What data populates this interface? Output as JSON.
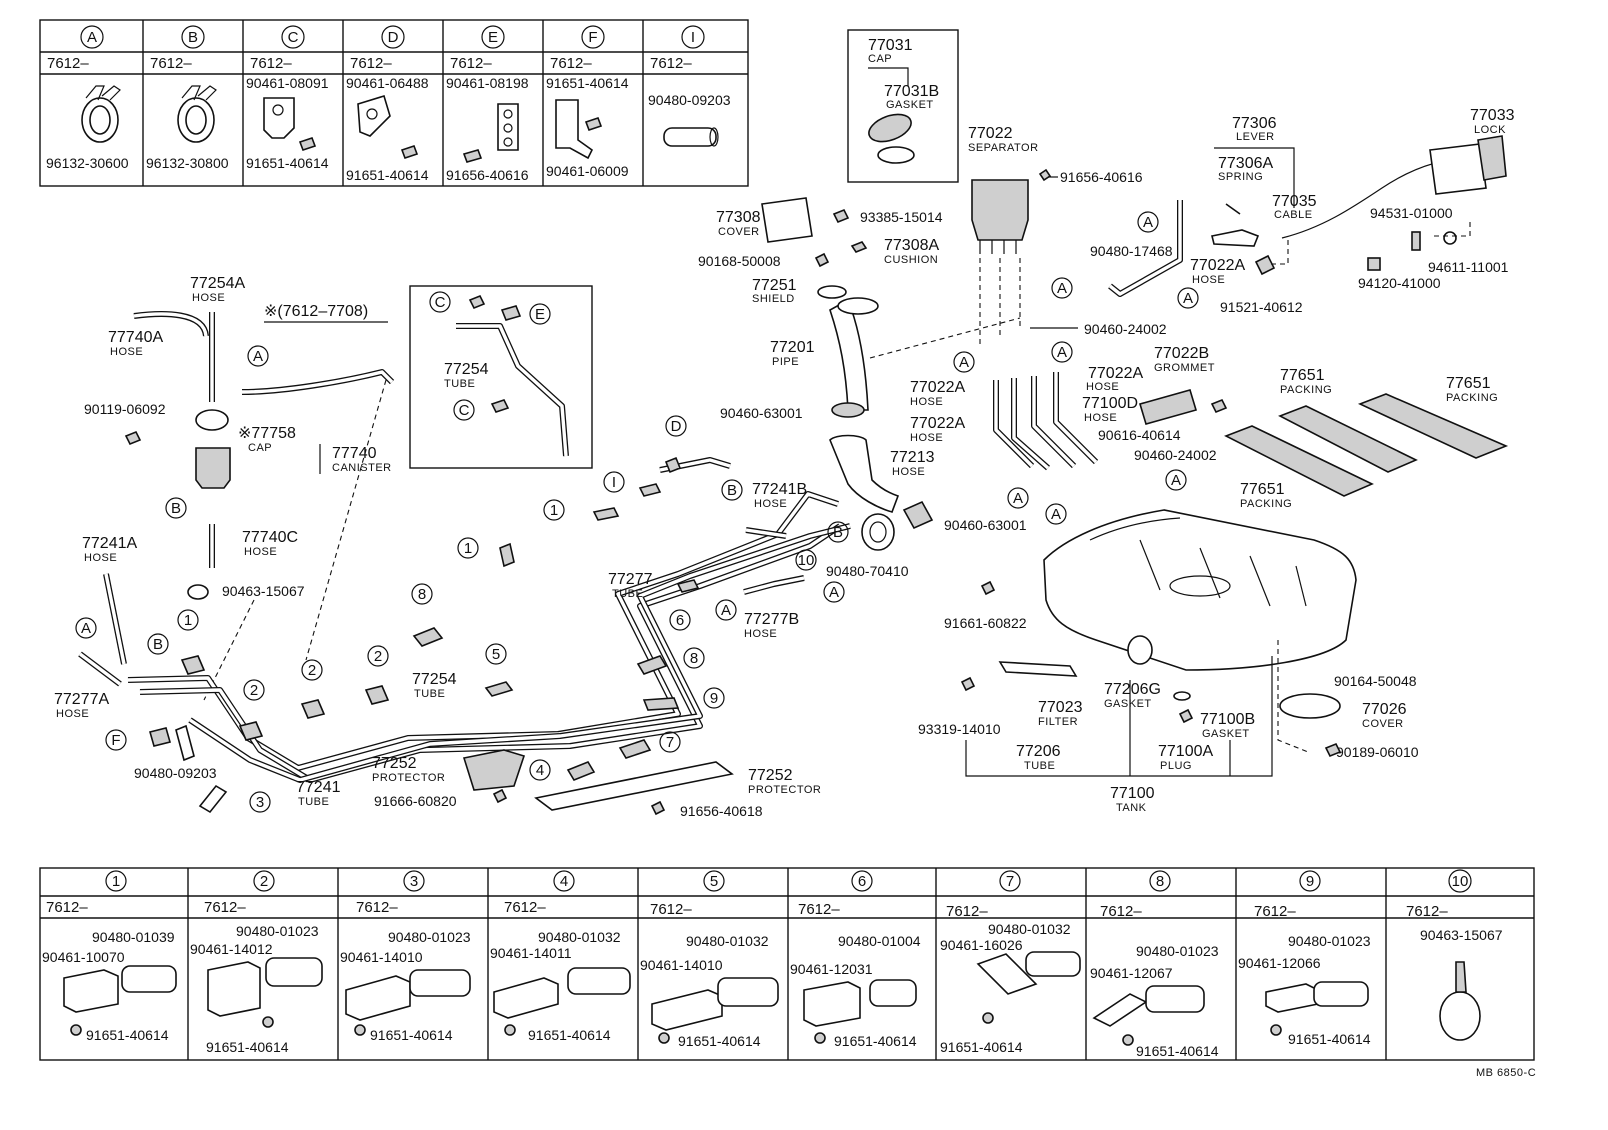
{
  "top_table": {
    "letters": [
      "A",
      "B",
      "C",
      "D",
      "E",
      "F",
      "I"
    ],
    "prefix": [
      "7612–",
      "7612–",
      "7612–",
      "7612–",
      "7612–",
      "7612–",
      "7612–"
    ],
    "parts": [
      [
        "96132-30600"
      ],
      [
        "96132-30800"
      ],
      [
        "90461-08091",
        "91651-40614"
      ],
      [
        "90461-06488",
        "91651-40614"
      ],
      [
        "90461-08198",
        "91656-40616"
      ],
      [
        "91651-40614",
        "90461-06009"
      ],
      [
        "90480-09203"
      ]
    ]
  },
  "bottom_table": {
    "numbers": [
      "1",
      "2",
      "3",
      "4",
      "5",
      "6",
      "7",
      "8",
      "9",
      "10"
    ],
    "prefix": [
      "7612–",
      "7612–",
      "7612–",
      "7612–",
      "7612–",
      "7612–",
      "7612–",
      "7612–",
      "7612–",
      "7612–"
    ],
    "parts": [
      [
        "90480-01039",
        "90461-10070",
        "91651-40614"
      ],
      [
        "90480-01023",
        "90461-14012",
        "91651-40614"
      ],
      [
        "90480-01023",
        "90461-14010",
        "91651-40614"
      ],
      [
        "90480-01032",
        "90461-14011",
        "91651-40614"
      ],
      [
        "90480-01032",
        "90461-14010",
        "91651-40614"
      ],
      [
        "90480-01004",
        "90461-12031",
        "91651-40614"
      ],
      [
        "90480-01032",
        "90461-16026",
        "91651-40614"
      ],
      [
        "90480-01023",
        "90461-12067",
        "91651-40614"
      ],
      [
        "90480-01023",
        "90461-12066",
        "91651-40614"
      ],
      [
        "90463-15067"
      ]
    ]
  },
  "inset": {
    "title": "※(7612–7708)",
    "tube_no": "77254",
    "tube_word": "TUBE",
    "refs": [
      "C",
      "E",
      "C"
    ]
  },
  "callouts": {
    "c77031": "77031",
    "c77031_sub": "CAP",
    "c77031B": "77031B",
    "c77031B_sub": "GASKET",
    "c77022": "77022",
    "c77022_sub": "SEPARATOR",
    "c91656a": "91656-40616",
    "c77306": "77306",
    "c77306_sub": "LEVER",
    "c77306A": "77306A",
    "c77306A_sub": "SPRING",
    "c77035": "77035",
    "c77035_sub": "CABLE",
    "c77033": "77033",
    "c77033_sub": "LOCK",
    "c77308": "77308",
    "c77308_sub": "COVER",
    "c93385": "93385-15014",
    "c77308A": "77308A",
    "c77308A_sub": "CUSHION",
    "c90168": "90168-50008",
    "c77251": "77251",
    "c77251_sub": "SHIELD",
    "c90480_17468": "90480-17468",
    "c94531": "94531-01000",
    "c77022A_1": "77022A",
    "c77022A_1_sub": "HOSE",
    "c91521": "91521-40612",
    "c94120": "94120-41000",
    "c94611": "94611-11001",
    "c90460_24002a": "90460-24002",
    "c77201": "77201",
    "c77201_sub": "PIPE",
    "c77022B": "77022B",
    "c77022B_sub": "GROMMET",
    "c77022A_2": "77022A",
    "c77022A_2_sub": "HOSE",
    "c77022A_3": "77022A",
    "c77022A_3_sub": "HOSE",
    "c77100D": "77100D",
    "c77100D_sub": "HOSE",
    "c77022A_4": "77022A",
    "c77022A_4_sub": "HOSE",
    "c77651a": "77651",
    "c77651a_sub": "PACKING",
    "c77651b": "77651",
    "c77651b_sub": "PACKING",
    "c77651c": "77651",
    "c77651c_sub": "PACKING",
    "c90460_63001a": "90460-63001",
    "c90616": "90616-40614",
    "c90460_24002b": "90460-24002",
    "c77213": "77213",
    "c77213_sub": "HOSE",
    "c90460_63001b": "90460-63001",
    "c77254A": "77254A",
    "c77254A_sub": "HOSE",
    "c77740A": "77740A",
    "c77740A_sub": "HOSE",
    "c90119": "90119-06092",
    "c77758": "※77758",
    "c77758_sub": "CAP",
    "c77740": "77740",
    "c77740_sub": "CANISTER",
    "c77740C": "77740C",
    "c77740C_sub": "HOSE",
    "c90463": "90463-15067",
    "c77241A": "77241A",
    "c77241A_sub": "HOSE",
    "c77277A": "77277A",
    "c77277A_sub": "HOSE",
    "c90480_09203": "90480-09203",
    "c77241B": "77241B",
    "c77241B_sub": "HOSE",
    "c77277": "77277",
    "c77277_sub": "TUBE",
    "c90480_70410": "90480-70410",
    "c77277B": "77277B",
    "c77277B_sub": "HOSE",
    "c91661": "91661-60822",
    "c77254": "77254",
    "c77254_sub": "TUBE",
    "c77241": "77241",
    "c77241_sub": "TUBE",
    "c77252a": "77252",
    "c77252a_sub": "PROTECTOR",
    "c77252b": "77252",
    "c77252b_sub": "PROTECTOR",
    "c91666": "91666-60820",
    "c91656b": "91656-40618",
    "c90164": "90164-50048",
    "c77026": "77026",
    "c77026_sub": "COVER",
    "c77023": "77023",
    "c77023_sub": "FILTER",
    "c77206G": "77206G",
    "c77206G_sub": "GASKET",
    "c77100B": "77100B",
    "c77100B_sub": "GASKET",
    "c93319": "93319-14010",
    "c77206": "77206",
    "c77206_sub": "TUBE",
    "c77100A": "77100A",
    "c77100A_sub": "PLUG",
    "c90189": "90189-06010",
    "c77100": "77100",
    "c77100_sub": "TANK"
  },
  "footer_code": "MB 6850-C"
}
